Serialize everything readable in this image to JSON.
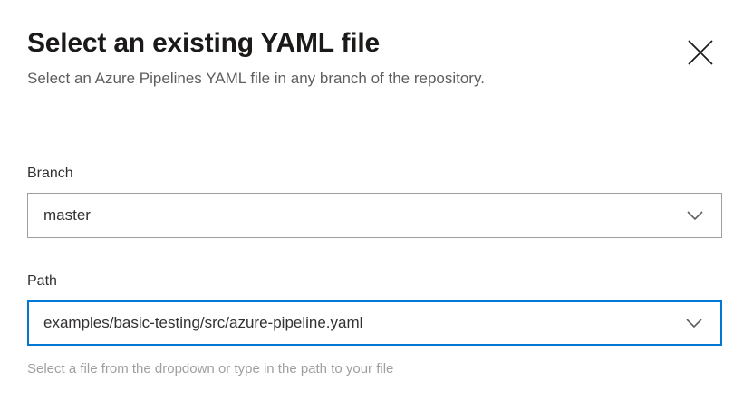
{
  "dialog": {
    "title": "Select an existing YAML file",
    "subtitle": "Select an Azure Pipelines YAML file in any branch of the repository.",
    "close_label": "Close",
    "close_icon": "close-icon"
  },
  "fields": {
    "branch": {
      "label": "Branch",
      "value": "master",
      "placeholder": "",
      "chevron_icon": "chevron-down-icon",
      "focused": false
    },
    "path": {
      "label": "Path",
      "value": "examples/basic-testing/src/azure-pipeline.yaml",
      "placeholder": "",
      "chevron_icon": "chevron-down-icon",
      "focused": true,
      "hint": "Select a file from the dropdown or type in the path to your file"
    }
  },
  "colors": {
    "accent": "#0078d4",
    "border": "#a19f9d",
    "title_text": "#1b1a19",
    "secondary_text": "#605e5c",
    "hint_text": "#a19f9d",
    "value_text": "#323130",
    "background": "#ffffff"
  }
}
